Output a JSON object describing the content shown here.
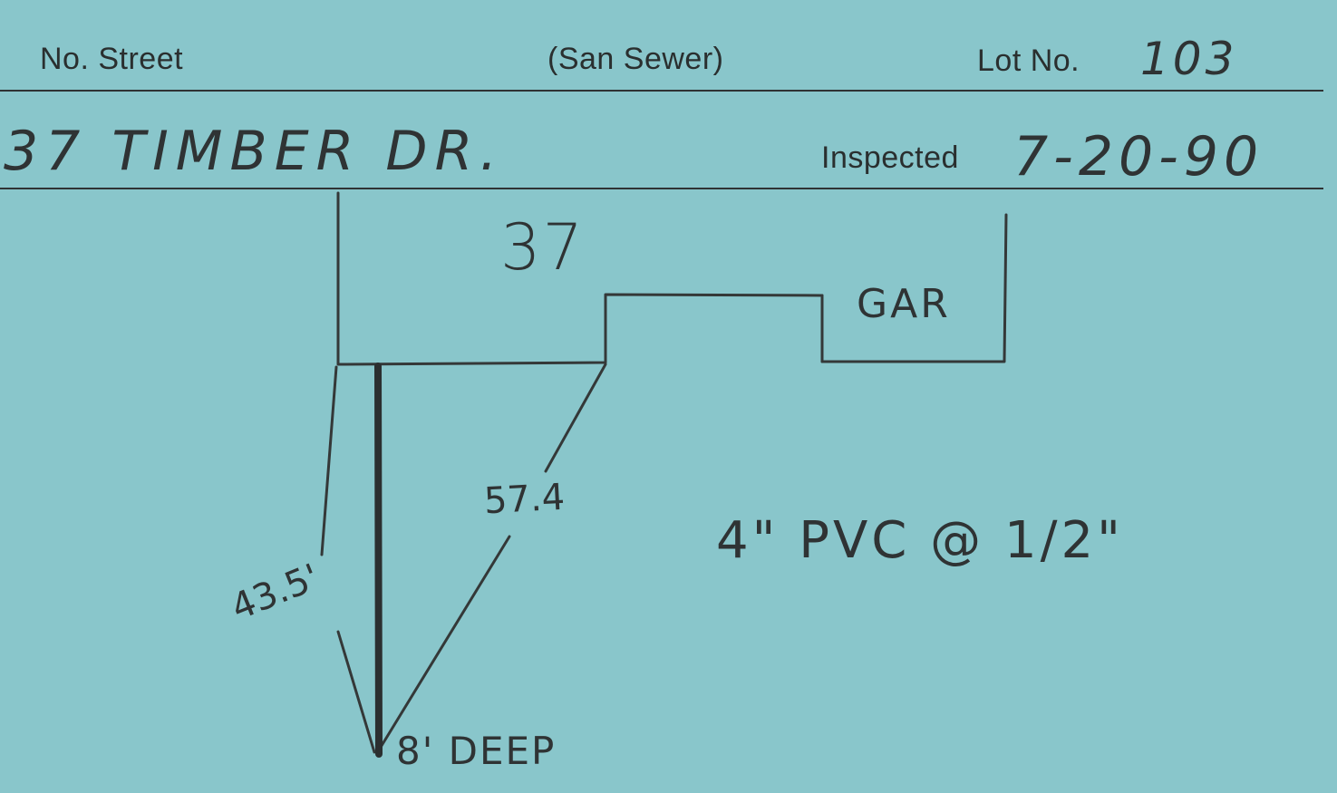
{
  "header": {
    "street_label": "No. Street",
    "type_label": "(San Sewer)",
    "lot_label": "Lot No.",
    "lot_value": "103",
    "address_value": "37 TIMBER DR.",
    "inspected_label": "Inspected",
    "inspected_value": "7-20-90"
  },
  "sketch": {
    "house_number": "37",
    "garage_label": "GAR",
    "measure_left": "43.5'",
    "measure_right": "57.4",
    "depth_note": "8' DEEP",
    "pipe_note": "4\" PVC @ 1/2\""
  },
  "colors": {
    "card": "#89c6cb",
    "ink": "#2f3334"
  }
}
